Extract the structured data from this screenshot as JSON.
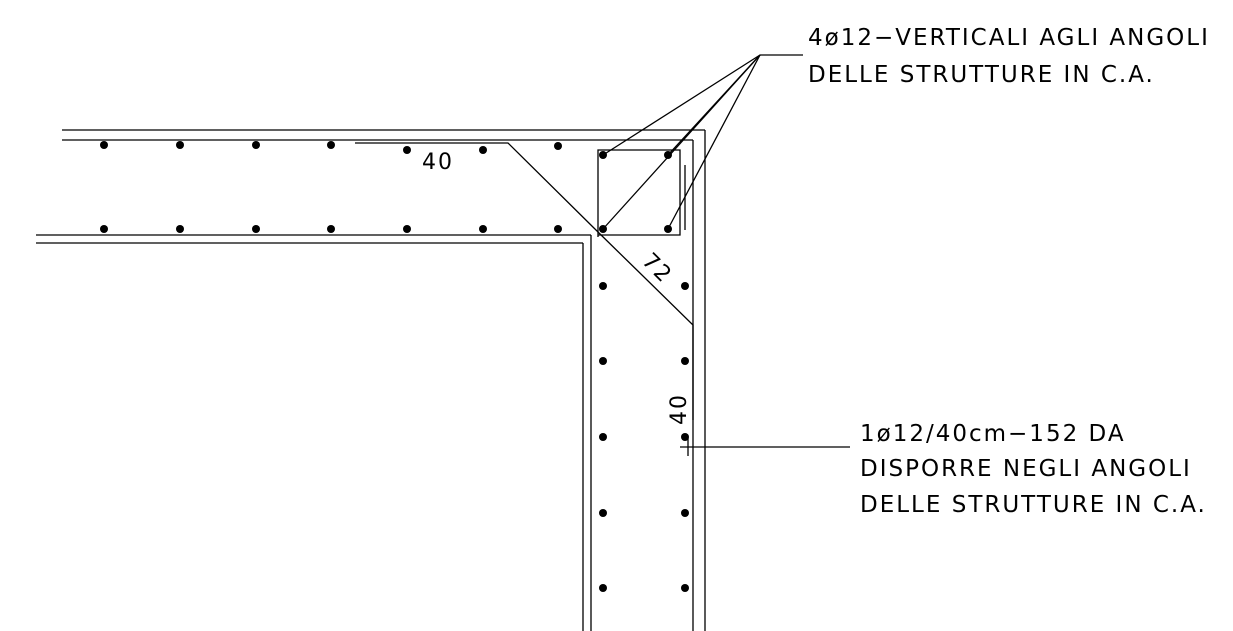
{
  "labels": {
    "corner_note_line1": "4ø12−VERTICALI AGLI ANGOLI",
    "corner_note_line2": "DELLE STRUTTURE IN C.A.",
    "dim_horizontal": "40",
    "dim_diagonal": "72",
    "dim_vertical": "40",
    "side_note_line1": "1ø12/40cm−152 DA",
    "side_note_line2": "DISPORRE NEGLI ANGOLI",
    "side_note_line3": "DELLE STRUTTURE IN C.A."
  }
}
